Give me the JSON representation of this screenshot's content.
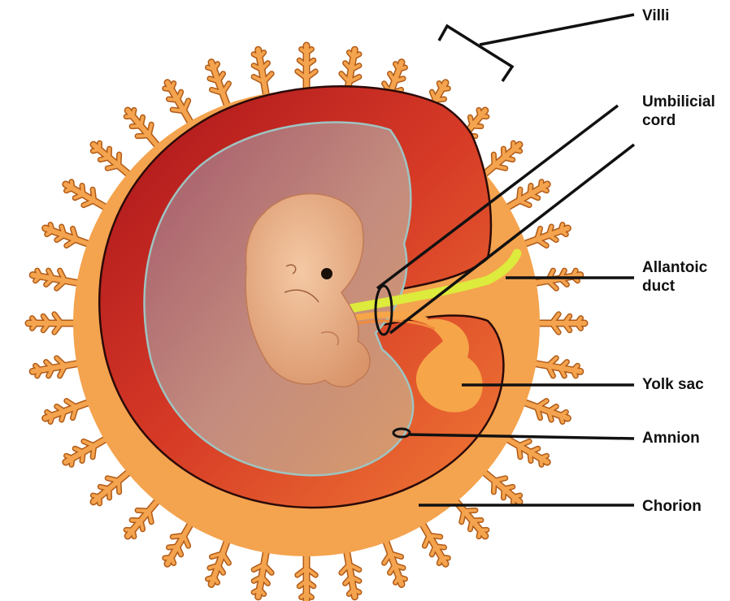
{
  "labels": {
    "villi": "Villi",
    "umbilical_cord": "Umbilicial cord",
    "allantoic_duct": "Allantoic duct",
    "yolk_sac": "Yolk sac",
    "amnion": "Amnion",
    "chorion": "Chorion"
  },
  "colors": {
    "chorion_fill": "#F4A34E",
    "villi_outline": "#B05A16",
    "cavity_dark": "#B5151F",
    "cavity_mid": "#E04A2A",
    "amniotic_fluid": "#C98C80",
    "amnion_membrane": "#9EC4C2",
    "embryo": "#E8B088",
    "allantoic_duct": "#DDEB3C",
    "yolk_sac": "#F6A548",
    "leader_line": "#111111"
  },
  "villi_count": 36
}
